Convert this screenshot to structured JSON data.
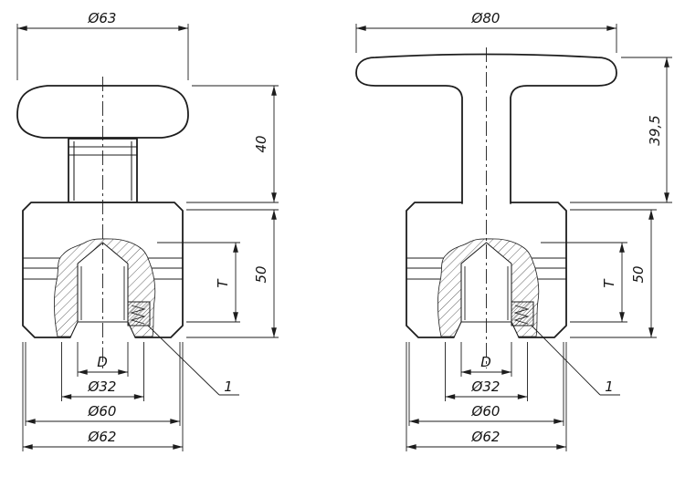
{
  "colors": {
    "line": "#1d1d1d",
    "background": "#ffffff"
  },
  "views": {
    "left": {
      "dims": {
        "top_diameter": "Ø63",
        "grip_height": "40",
        "body_height": "50",
        "thread_depth": "T",
        "thread_diameter": "D",
        "inner_diameter": "Ø32",
        "groove_diameter": "Ø60",
        "outer_diameter": "Ø62"
      },
      "callout": "1"
    },
    "right": {
      "dims": {
        "top_diameter": "Ø80",
        "grip_height": "39,5",
        "body_height": "50",
        "thread_depth": "T",
        "thread_diameter": "D",
        "inner_diameter": "Ø32",
        "groove_diameter": "Ø60",
        "outer_diameter": "Ø62"
      },
      "callout": "1"
    }
  }
}
